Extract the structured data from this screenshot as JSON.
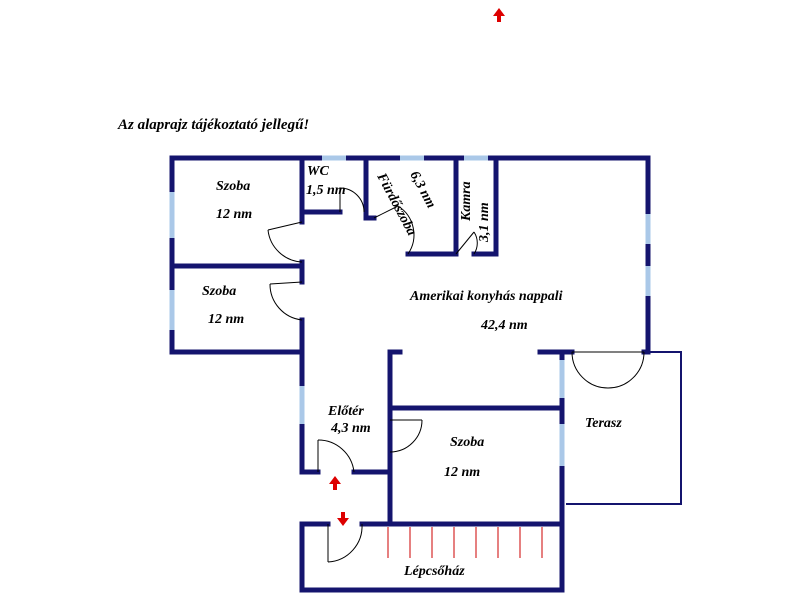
{
  "note": "Az alaprajz tájékoztató jellegű!",
  "colors": {
    "wall": "#14146e",
    "window": "#aac8e8",
    "arrow": "#dd0000",
    "stairs": "#cc0000"
  },
  "rooms": {
    "szoba_top_left": {
      "name": "Szoba",
      "area": "12 nm"
    },
    "szoba_mid_left": {
      "name": "Szoba",
      "area": "12 nm"
    },
    "wc": {
      "name": "WC",
      "area": "1,5 nm"
    },
    "furdoszoba": {
      "name": "Fürdőszoba",
      "area": "6,3 nm"
    },
    "kamra": {
      "name": "Kamra",
      "area": "3,1 nm"
    },
    "nappali": {
      "name": "Amerikai konyhás nappali",
      "area": "42,4 nm"
    },
    "eloter": {
      "name": "Előtér",
      "area": "4,3 nm"
    },
    "szoba_bottom": {
      "name": "Szoba",
      "area": "12 nm"
    },
    "terasz": {
      "name": "Terasz"
    },
    "lepcsohaz": {
      "name": "Lépcsőház"
    }
  },
  "icons": [
    "north-arrow-icon",
    "entrance-arrow-up-icon",
    "entrance-arrow-down-icon"
  ]
}
